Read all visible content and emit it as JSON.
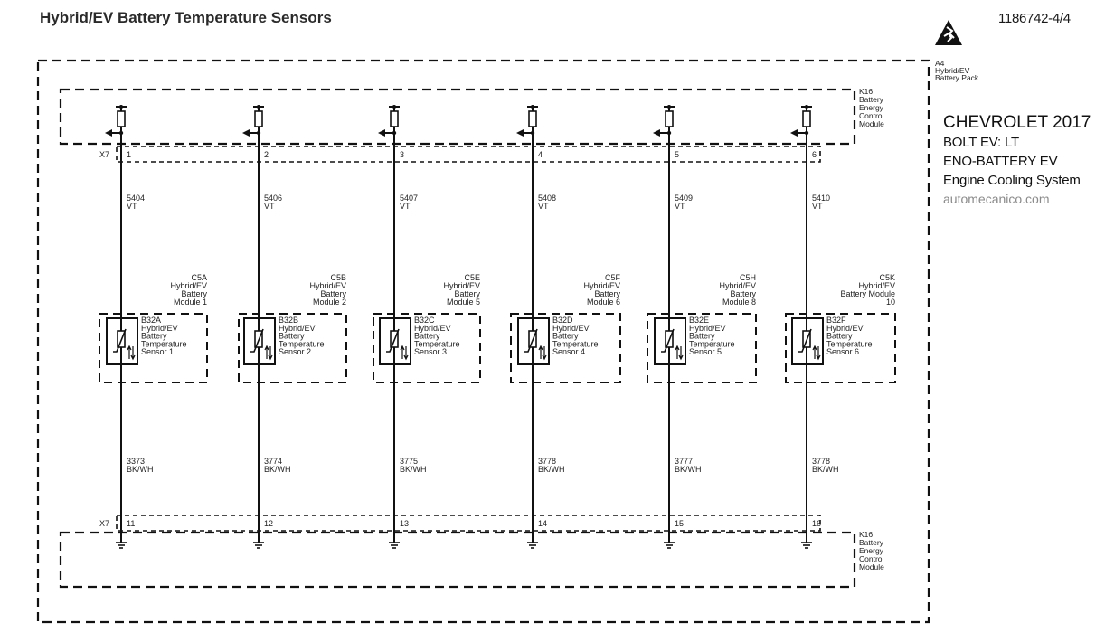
{
  "header": {
    "title": "Hybrid/EV Battery Temperature Sensors",
    "document_number": "1186742-4/4"
  },
  "vehicle_info": {
    "make_year": "CHEVROLET 2017",
    "model": "BOLT EV: LT",
    "engine": "ENO-BATTERY EV",
    "system": "Engine Cooling System",
    "watermark": "automecanico.com"
  },
  "icons": {
    "warning": "high-voltage-warning-icon"
  },
  "battery_pack": {
    "ref": "A4",
    "lines": [
      "A4",
      "Hybrid/EV",
      "Battery Pack"
    ]
  },
  "control_module": {
    "ref": "K16",
    "lines": [
      "K16",
      "Battery",
      "Energy",
      "Control",
      "Module"
    ]
  },
  "connector": {
    "name": "X7"
  },
  "circuits": [
    {
      "top_pin": "1",
      "top_circuit": "5404",
      "top_color": "VT",
      "bottom_pin": "11",
      "bottom_circuit": "3373",
      "bottom_color": "BK/WH",
      "module_lines": [
        "C5A",
        "Hybrid/EV",
        "Battery",
        "Module 1"
      ],
      "sensor_lines": [
        "B32A",
        "Hybrid/EV",
        "Battery",
        "Temperature",
        "Sensor 1"
      ]
    },
    {
      "top_pin": "2",
      "top_circuit": "5406",
      "top_color": "VT",
      "bottom_pin": "12",
      "bottom_circuit": "3774",
      "bottom_color": "BK/WH",
      "module_lines": [
        "C5B",
        "Hybrid/EV",
        "Battery",
        "Module 2"
      ],
      "sensor_lines": [
        "B32B",
        "Hybrid/EV",
        "Battery",
        "Temperature",
        "Sensor 2"
      ]
    },
    {
      "top_pin": "3",
      "top_circuit": "5407",
      "top_color": "VT",
      "bottom_pin": "13",
      "bottom_circuit": "3775",
      "bottom_color": "BK/WH",
      "module_lines": [
        "C5E",
        "Hybrid/EV",
        "Battery",
        "Module 5"
      ],
      "sensor_lines": [
        "B32C",
        "Hybrid/EV",
        "Battery",
        "Temperature",
        "Sensor 3"
      ]
    },
    {
      "top_pin": "4",
      "top_circuit": "5408",
      "top_color": "VT",
      "bottom_pin": "14",
      "bottom_circuit": "3778",
      "bottom_color": "BK/WH",
      "module_lines": [
        "C5F",
        "Hybrid/EV",
        "Battery",
        "Module 6"
      ],
      "sensor_lines": [
        "B32D",
        "Hybrid/EV",
        "Battery",
        "Temperature",
        "Sensor 4"
      ]
    },
    {
      "top_pin": "5",
      "top_circuit": "5409",
      "top_color": "VT",
      "bottom_pin": "15",
      "bottom_circuit": "3777",
      "bottom_color": "BK/WH",
      "module_lines": [
        "C5H",
        "Hybrid/EV",
        "Battery",
        "Module 8"
      ],
      "sensor_lines": [
        "B32E",
        "Hybrid/EV",
        "Battery",
        "Temperature",
        "Sensor 5"
      ]
    },
    {
      "top_pin": "6",
      "top_circuit": "5410",
      "top_color": "VT",
      "bottom_pin": "16",
      "bottom_circuit": "3778",
      "bottom_color": "BK/WH",
      "module_lines": [
        "C5K",
        "Hybrid/EV",
        "Battery Module",
        "10"
      ],
      "sensor_lines": [
        "B32F",
        "Hybrid/EV",
        "Battery",
        "Temperature",
        "Sensor 6"
      ]
    }
  ]
}
